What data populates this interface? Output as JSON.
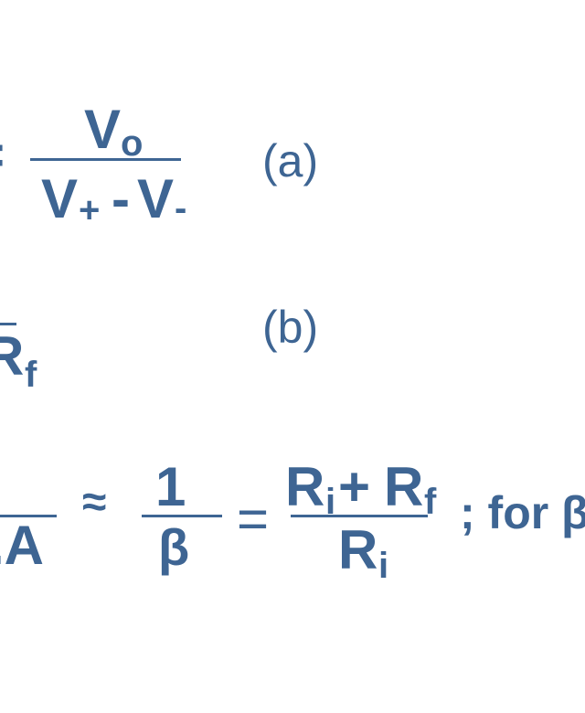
{
  "color": "#3e6593",
  "equation_a": {
    "lhs_fragment": "=",
    "numerator": {
      "main": "V",
      "sub": "o"
    },
    "denominator": {
      "v1": "V",
      "sub1": "+",
      "op": "-",
      "v2": "V",
      "sub2": "-"
    },
    "label": "(a)"
  },
  "equation_b": {
    "denominator": {
      "main": "R",
      "sub": "f"
    },
    "label": "(b)"
  },
  "equation_c": {
    "lhs_fragment": ".A",
    "approx": "≈",
    "frac1": {
      "numerator": "1",
      "denominator": "β"
    },
    "equals": "=",
    "frac2": {
      "numerator": {
        "r1": "R",
        "sub1": "i",
        "op": "+",
        "r2": "R",
        "sub2": "f"
      },
      "denominator": {
        "main": "R",
        "sub": "i"
      }
    },
    "condition": "; for β"
  }
}
